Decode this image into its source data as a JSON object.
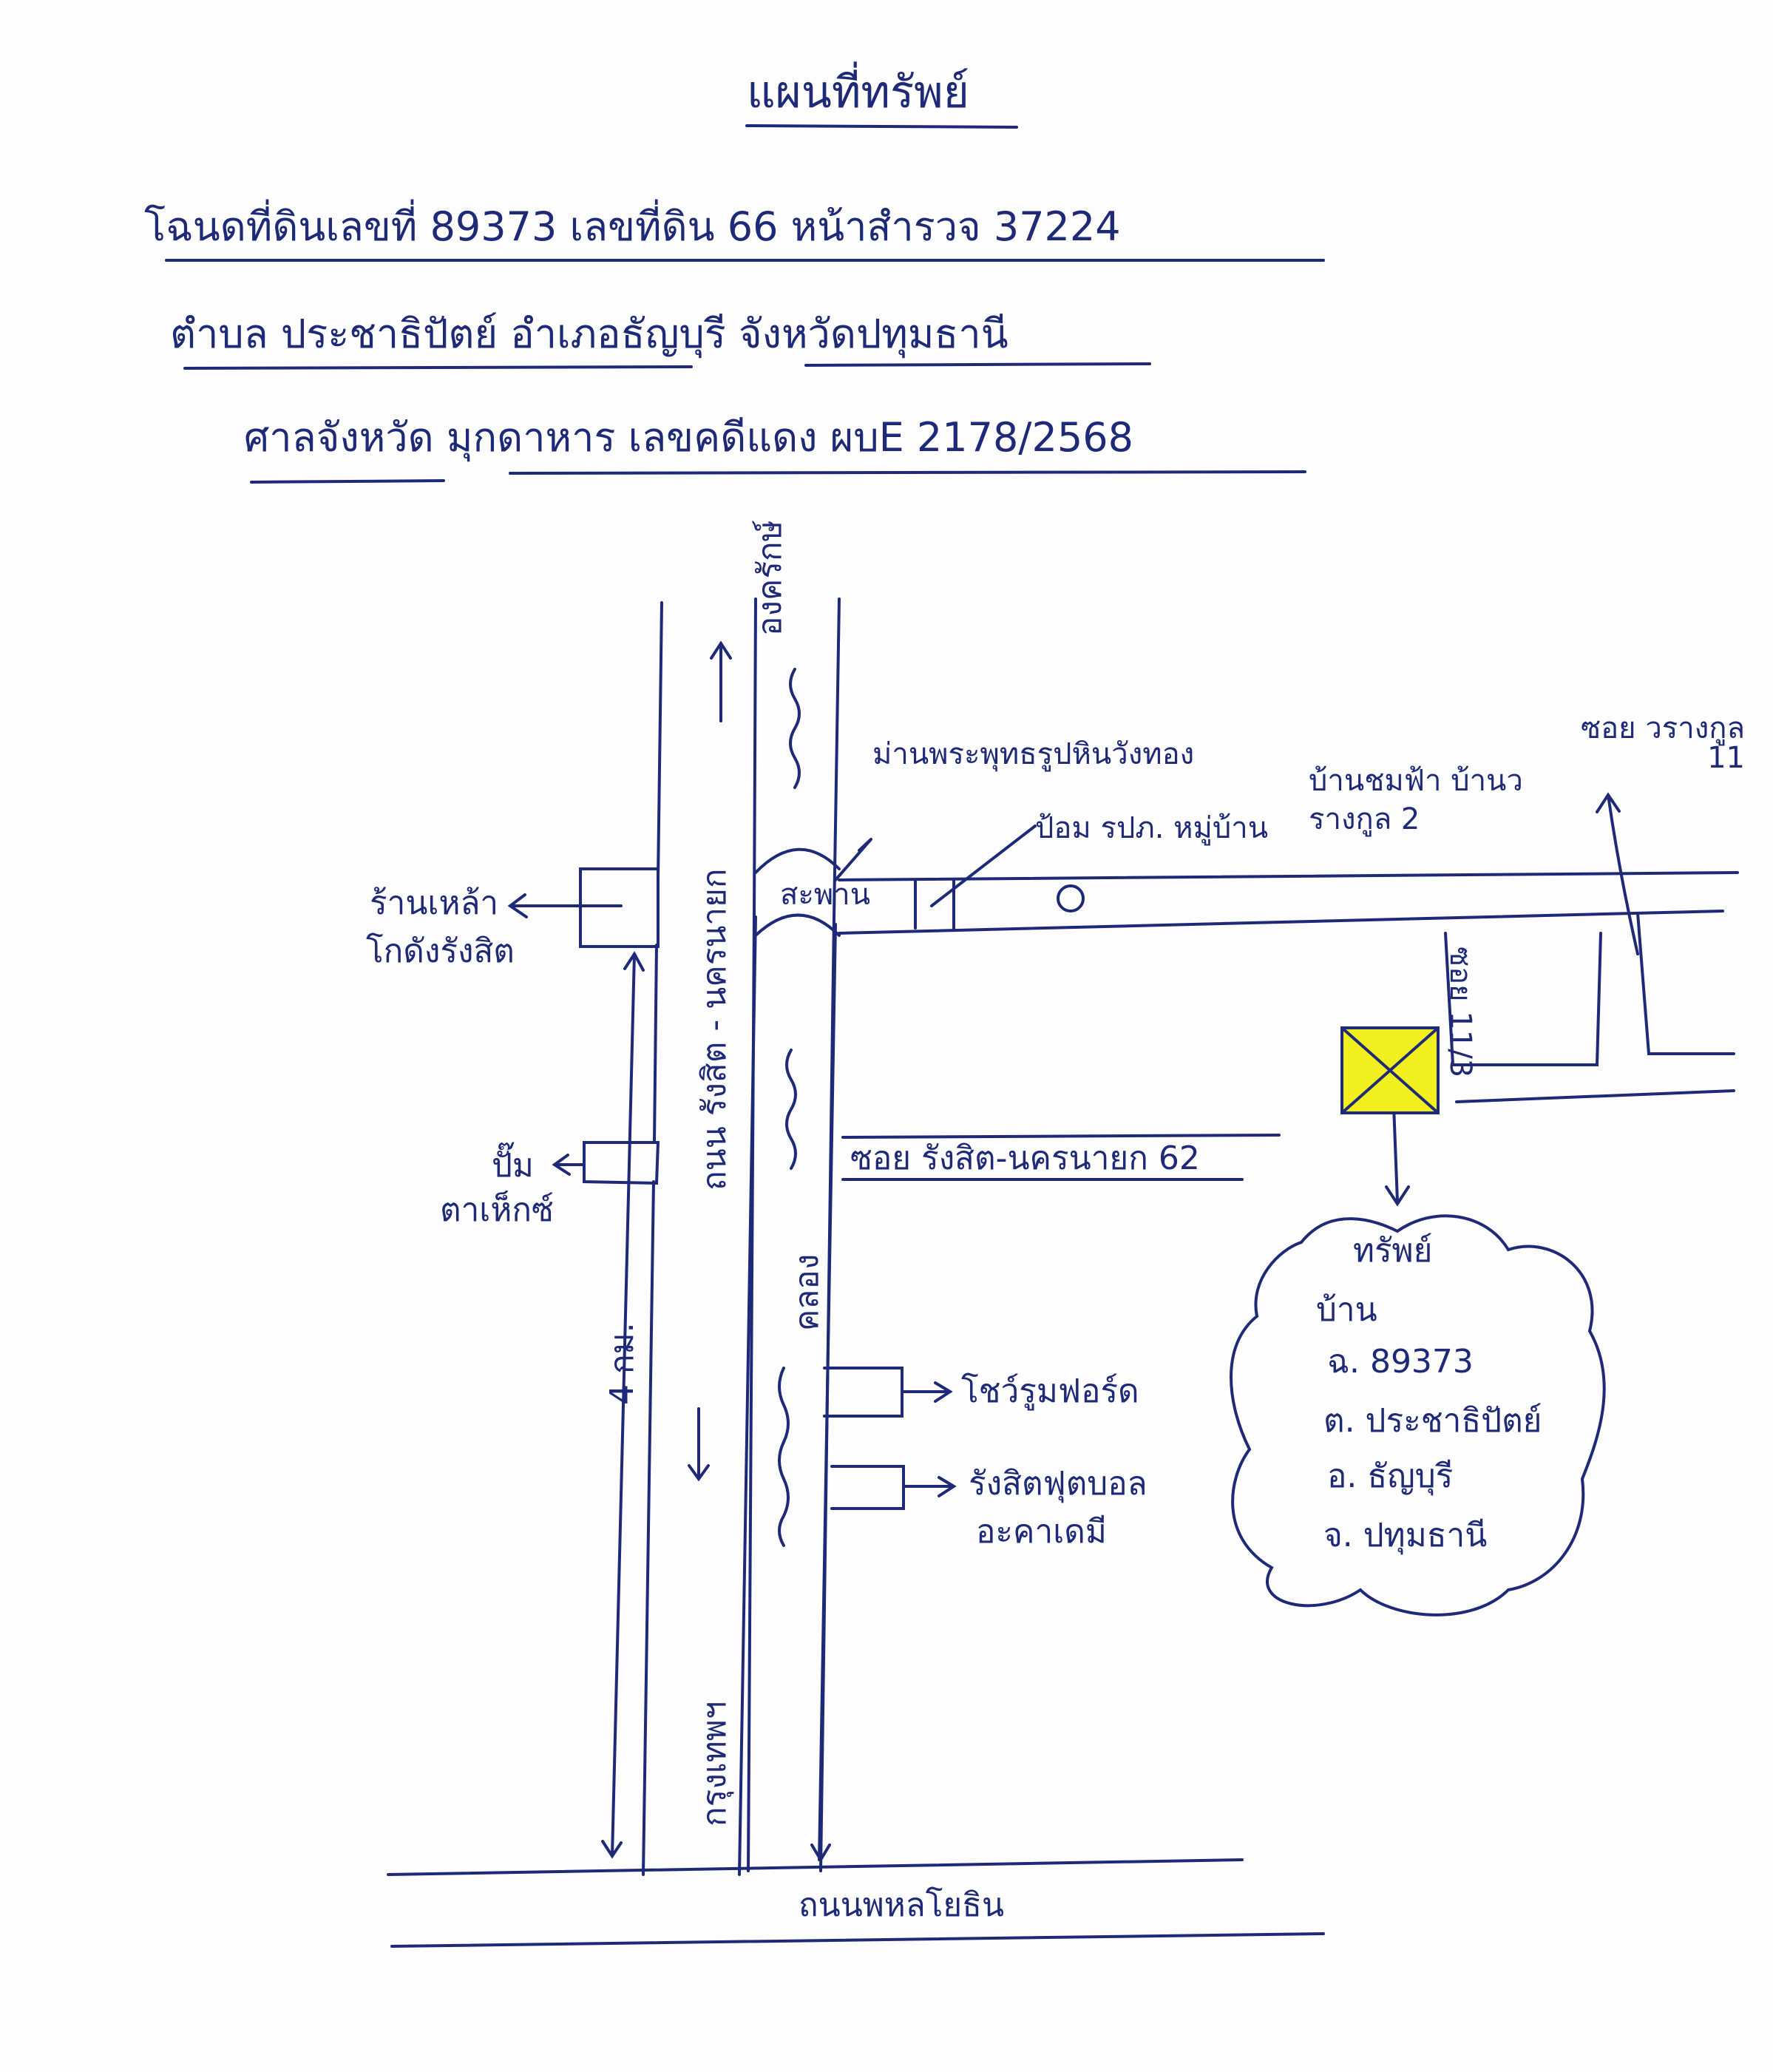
{
  "header": {
    "title": "แผนที่ทรัพย์",
    "line1": "โฉนดที่ดินเลขที่ 89373 เลขที่ดิน 66 หน้าสำรวจ 37224",
    "line2": "ตำบล ประชาธิปัตย์ อำเภอธัญบุรี จังหวัดปทุมธานี",
    "line3": "ศาลจังหวัด มุกดาหาร เลขคดีแดง ผบE 2178/2568"
  },
  "roads": {
    "main_road": "ถนน รังสิต - นครนายก",
    "canal": "คลอง",
    "north_direction": "องครักษ์",
    "south_direction": "กรุงเทพฯ",
    "bottom_road": "ถนนพหลโยธิน",
    "soi_62": "ซอย รังสิต-นครนายก 62",
    "soi_village": "ซอย วรางกูล 11",
    "side_soi": "ซอย 11/3",
    "distance": "4 กม."
  },
  "landmarks": {
    "bridge": "สะพาน",
    "statue": "ม่านพระพุทธรูปหินวังทอง",
    "guard_post": "ป้อม รปภ. หมู่บ้าน",
    "village": "บ้านชมฟ้า บ้านวรางกูล 2",
    "shop_line1": "ร้านเหล้า",
    "shop_line2": "โกดังรังสิต",
    "pump_line1": "ปั๊ม",
    "pump_line2": "ตาเห็กซ์",
    "showroom": "โชว์รูมฟอร์ด",
    "football_line1": "รังสิตฟุตบอล",
    "football_line2": "อะคาเดมี"
  },
  "property_note": {
    "title": "ทรัพย์",
    "type": "บ้าน",
    "deed": "ฉ. 89373",
    "subdistrict": "ต. ประชาธิปัตย์",
    "district": "อ. ธัญบุรี",
    "province": "จ. ปทุมธานี"
  },
  "colors": {
    "ink": "#1e2a78",
    "property_marker": "#f2ef1e"
  }
}
